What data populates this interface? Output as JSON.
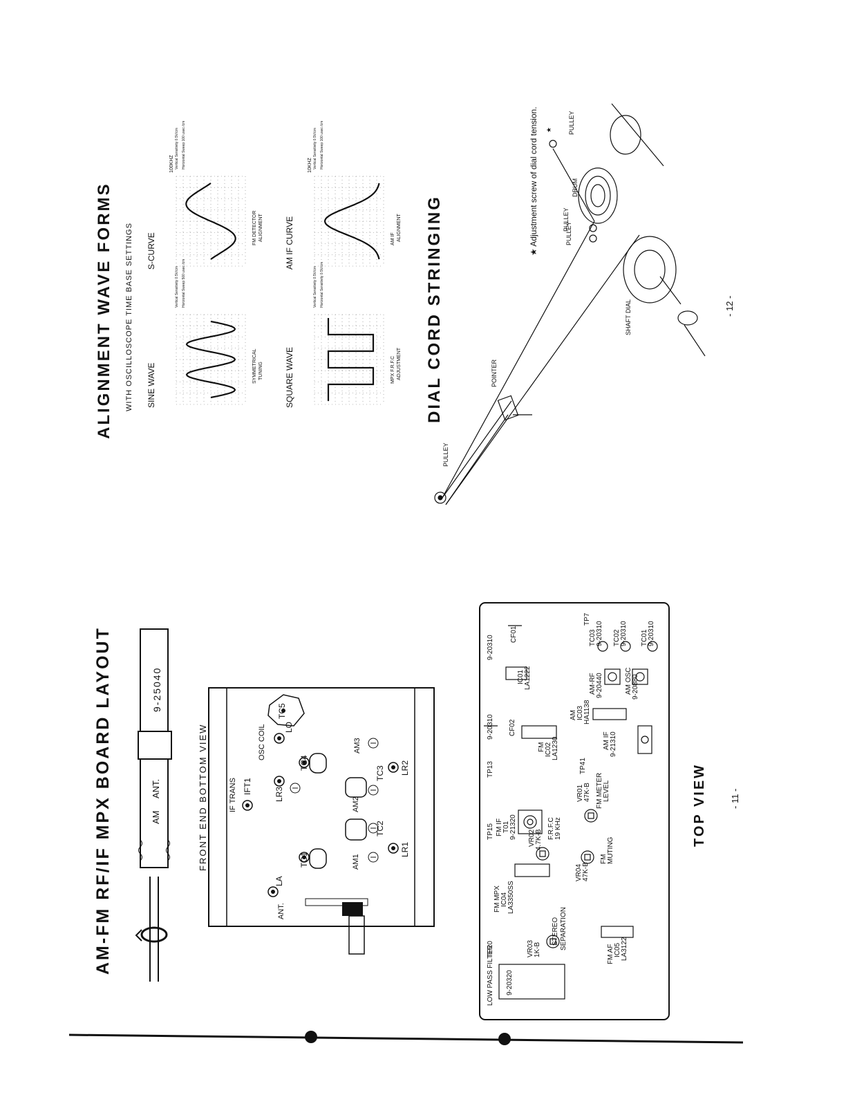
{
  "left_page": {
    "title": "AM-FM RF/IF MPX BOARD LAYOUT",
    "front_end_label": "FRONT END BOTTOM VIEW",
    "top_view_label": "TOP VIEW",
    "page_number": "- 11 -",
    "tool_label_am": "AM",
    "tool_label_ant": "ANT.",
    "tool_part": "9-25040",
    "front_end": {
      "ant": "ANT.",
      "la": "LA",
      "tc1": "TC1",
      "am1": "AM1",
      "lr1": "LR1",
      "tc2": "TC2",
      "am2": "AM2",
      "if_trans": "IF TRANS",
      "ift1": "IFT1",
      "lr3": "LR3",
      "tc3": "TC3",
      "lr2": "LR2",
      "am3": "AM3",
      "osc_coil": "OSC COIL",
      "lo": "LO",
      "tc4": "TC4",
      "tc5": "TC5"
    },
    "top_view": {
      "lpf_title": "LOW PASS FILTER",
      "lpf_part": "9-20320",
      "tp20": "TP20",
      "vr03": "VR03",
      "vr03_val": "1K-B",
      "stereo": "STEREO",
      "separation": "SEPARATION",
      "fm_mpx": "FM MPX",
      "ic04": "IC04",
      "ic04_part": "LA3350SS",
      "vr02": "VR02",
      "vr02_val": "4.7K-B",
      "frfc": "F.R.F.C",
      "frfc_freq": "19 KHz",
      "vr04": "VR04",
      "vr04_val": "47K-B",
      "fm_muting_1": "FM",
      "fm_muting_2": "MUTING",
      "fm_af": "FM AF",
      "ic05": "IC05",
      "ic05_part": "LA3122",
      "tp15": "TP15",
      "fm_if": "FM IF",
      "t01": "T01",
      "t01_part": "9-21320",
      "vr01": "VR01",
      "vr01_val": "47K-B",
      "fm_meter": "FM METER",
      "level": "LEVEL",
      "tp13": "TP13",
      "fm_ic02_1": "FM",
      "ic02": "IC02",
      "ic02_part": "LA1230",
      "tp41": "TP41",
      "cf02": "CF02",
      "cf02_part": "9-20310",
      "am_ic03": "AM",
      "ic03": "IC03",
      "ic03_part": "HA1138",
      "am_if": "AM IF",
      "am_if_part": "9-21310",
      "ic01": "IC01",
      "ic01_part": "LA1222",
      "cf01_part": "9-20310",
      "cf01": "CF01",
      "am_rf": "AM-RF",
      "am_rf_part": "9-20440",
      "am_osc": "AM OSC",
      "am_osc_part": "9-20880",
      "tp7": "TP7",
      "tc03": "TC03",
      "tc03_part": "9-20310",
      "tc02": "TC02",
      "tc02_part": "9-20310",
      "tc01": "TC01",
      "tc01_part": "9-20310"
    }
  },
  "right_page": {
    "title": "ALIGNMENT WAVE FORMS",
    "subtitle": "WITH OSCILLOSCOPE TIME BASE SETTINGS",
    "page_number": "- 12 -",
    "waveforms": [
      {
        "label": "SINE WAVE",
        "caption_1": "SYMMETRICAL",
        "caption_2": "TUNING",
        "setting_1": "Vertical Sensitivity 0.5V/cm",
        "setting_2": "Horizontal Sweep 500 usec /cm"
      },
      {
        "label": "S-CURVE",
        "caption_1": "FM DETECTOR",
        "caption_2": "ALIGNMENT",
        "marker": "100KHZ",
        "setting_1": "Vertical Sensitivity 0.5V/cm",
        "setting_2": "Horizontal Sweep 100 usec /cm"
      },
      {
        "label": "SQUARE WAVE",
        "caption_1": "MPX F.R.F.C",
        "caption_2": "ADJUSTMENT",
        "setting_1": "Vertical Sensitivity 0.5V/cm",
        "setting_2": "Horizontal Sensitivity 0.5V/cm"
      },
      {
        "label": "AM IF CURVE",
        "caption_1": "AM IF",
        "caption_2": "ALIGNMENT",
        "marker": "10KHZ",
        "setting_1": "Vertical Sensitivity 0.5V/cm",
        "setting_2": "Horizontal Sweep 100 usec /cm"
      }
    ],
    "dial_title": "DIAL CORD STRINGING",
    "dial_note": "★ Adjustment screw of dial cord tension.",
    "dial_labels": {
      "pulley_top": "PULLEY",
      "star": "★",
      "drum": "DRUM",
      "pulley_mid": "PULLEY",
      "pulley_mid2": "PULLEY",
      "shaft_dial": "SHAFT DIAL",
      "pointer": "POINTER",
      "pulley_bottom": "PULLEY"
    }
  }
}
